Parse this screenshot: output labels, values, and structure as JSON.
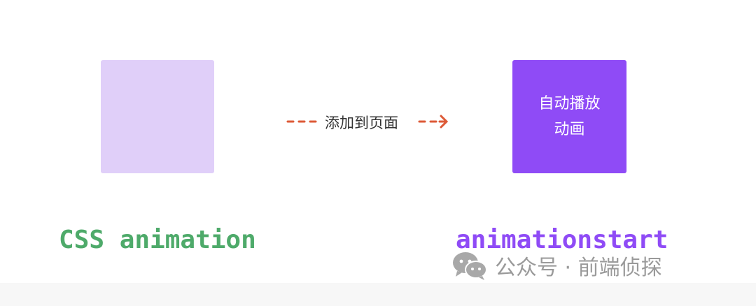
{
  "diagram": {
    "left_box": {
      "color": "#e0cff9"
    },
    "right_box": {
      "color": "#8f4bf6",
      "line1": "自动播放",
      "line2": "动画"
    },
    "arrow": {
      "label": "添加到页面",
      "color": "#dd5a37"
    },
    "left_label": {
      "text": "CSS animation",
      "color": "#4eaa6a"
    },
    "right_label": {
      "text": "animationstart",
      "color": "#8f4bf6"
    }
  },
  "watermark": {
    "icon": "wechat-icon",
    "text": "公众号 · 前端侦探"
  }
}
